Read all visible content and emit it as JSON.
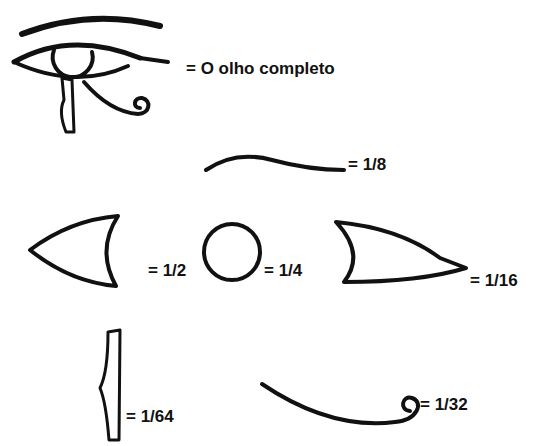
{
  "diagram": {
    "labels": [
      "= O olho completo",
      "= 1/8",
      "= 1/2",
      "= 1/4",
      "= 1/16",
      "= 1/64",
      "= 1/32"
    ]
  }
}
